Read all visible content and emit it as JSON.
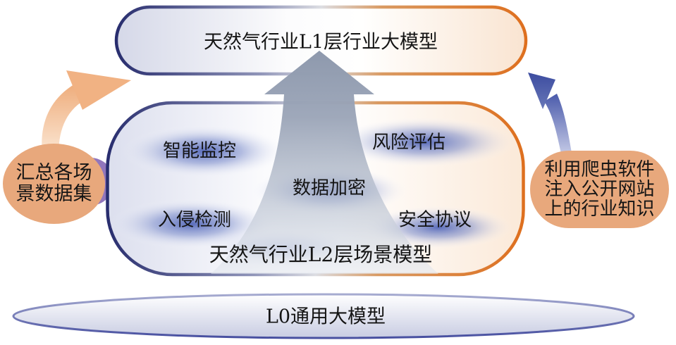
{
  "l1_box": {
    "title": "天然气行业L1层行业大模型"
  },
  "l2_box": {
    "title": "天然气行业L2层场景模型",
    "scenes": [
      "智能监控",
      "风险评估",
      "数据加密",
      "入侵检测",
      "安全协议"
    ]
  },
  "l0_ellipse": {
    "title": "L0通用大模型"
  },
  "left_badge": {
    "lines": [
      "汇总各场",
      "景数据集"
    ]
  },
  "right_badge": {
    "lines": [
      "利用爬虫软件",
      "注入公开网站",
      "上的行业知识"
    ]
  },
  "colors": {
    "navy_border": "#2a2f70",
    "orange_border": "#de6f1e",
    "badge_peach": "#e8a87c",
    "arrow_gray": "#97a2b5",
    "blob_blue": "#4a5fb6",
    "l0_border": "#474fa0",
    "purple_accent": "#9176bc"
  }
}
